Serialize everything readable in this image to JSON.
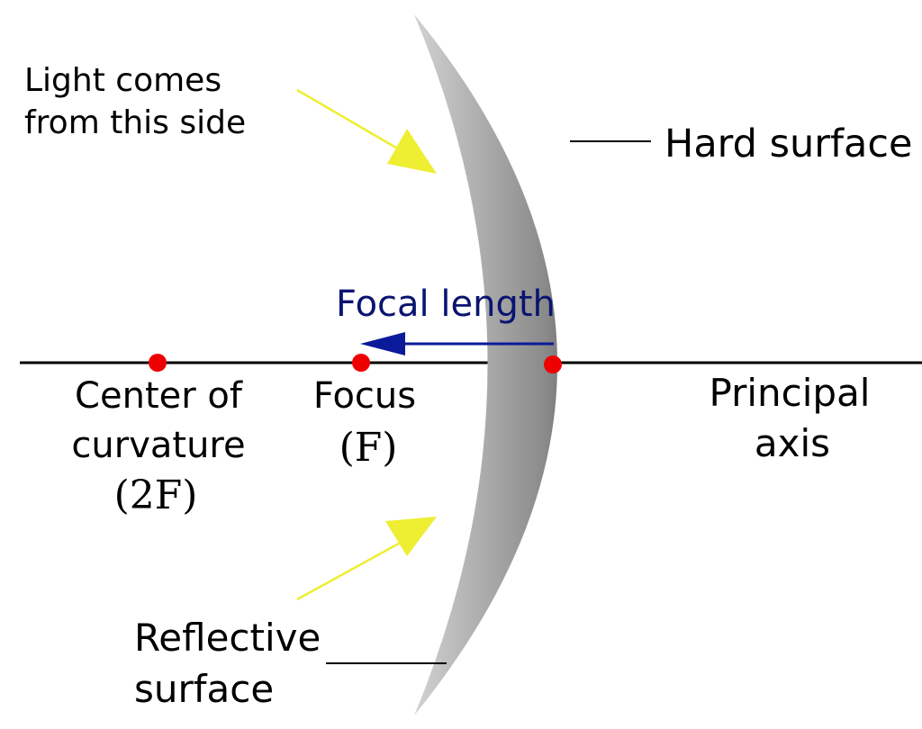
{
  "diagram": {
    "labels": {
      "light_line1": "Light comes",
      "light_line2": "from this side",
      "hard_surface": "Hard surface",
      "focal_length": "Focal length",
      "center_line1": "Center of",
      "center_line2": "curvature",
      "center_symbol": "(2F)",
      "focus_line1": "Focus",
      "focus_symbol": "(F)",
      "axis_line1": "Principal",
      "axis_line2": "axis",
      "reflective_line1": "Reflective",
      "reflective_line2": "surface"
    },
    "colors": {
      "light_ray": "#eeee33",
      "point": "#ee0000",
      "focal_arrow": "#0a1a9a",
      "focal_text": "#0a1470",
      "axis": "#000000",
      "mirror_light": "#d2d2d2",
      "mirror_dark": "#1e1e1e"
    }
  }
}
